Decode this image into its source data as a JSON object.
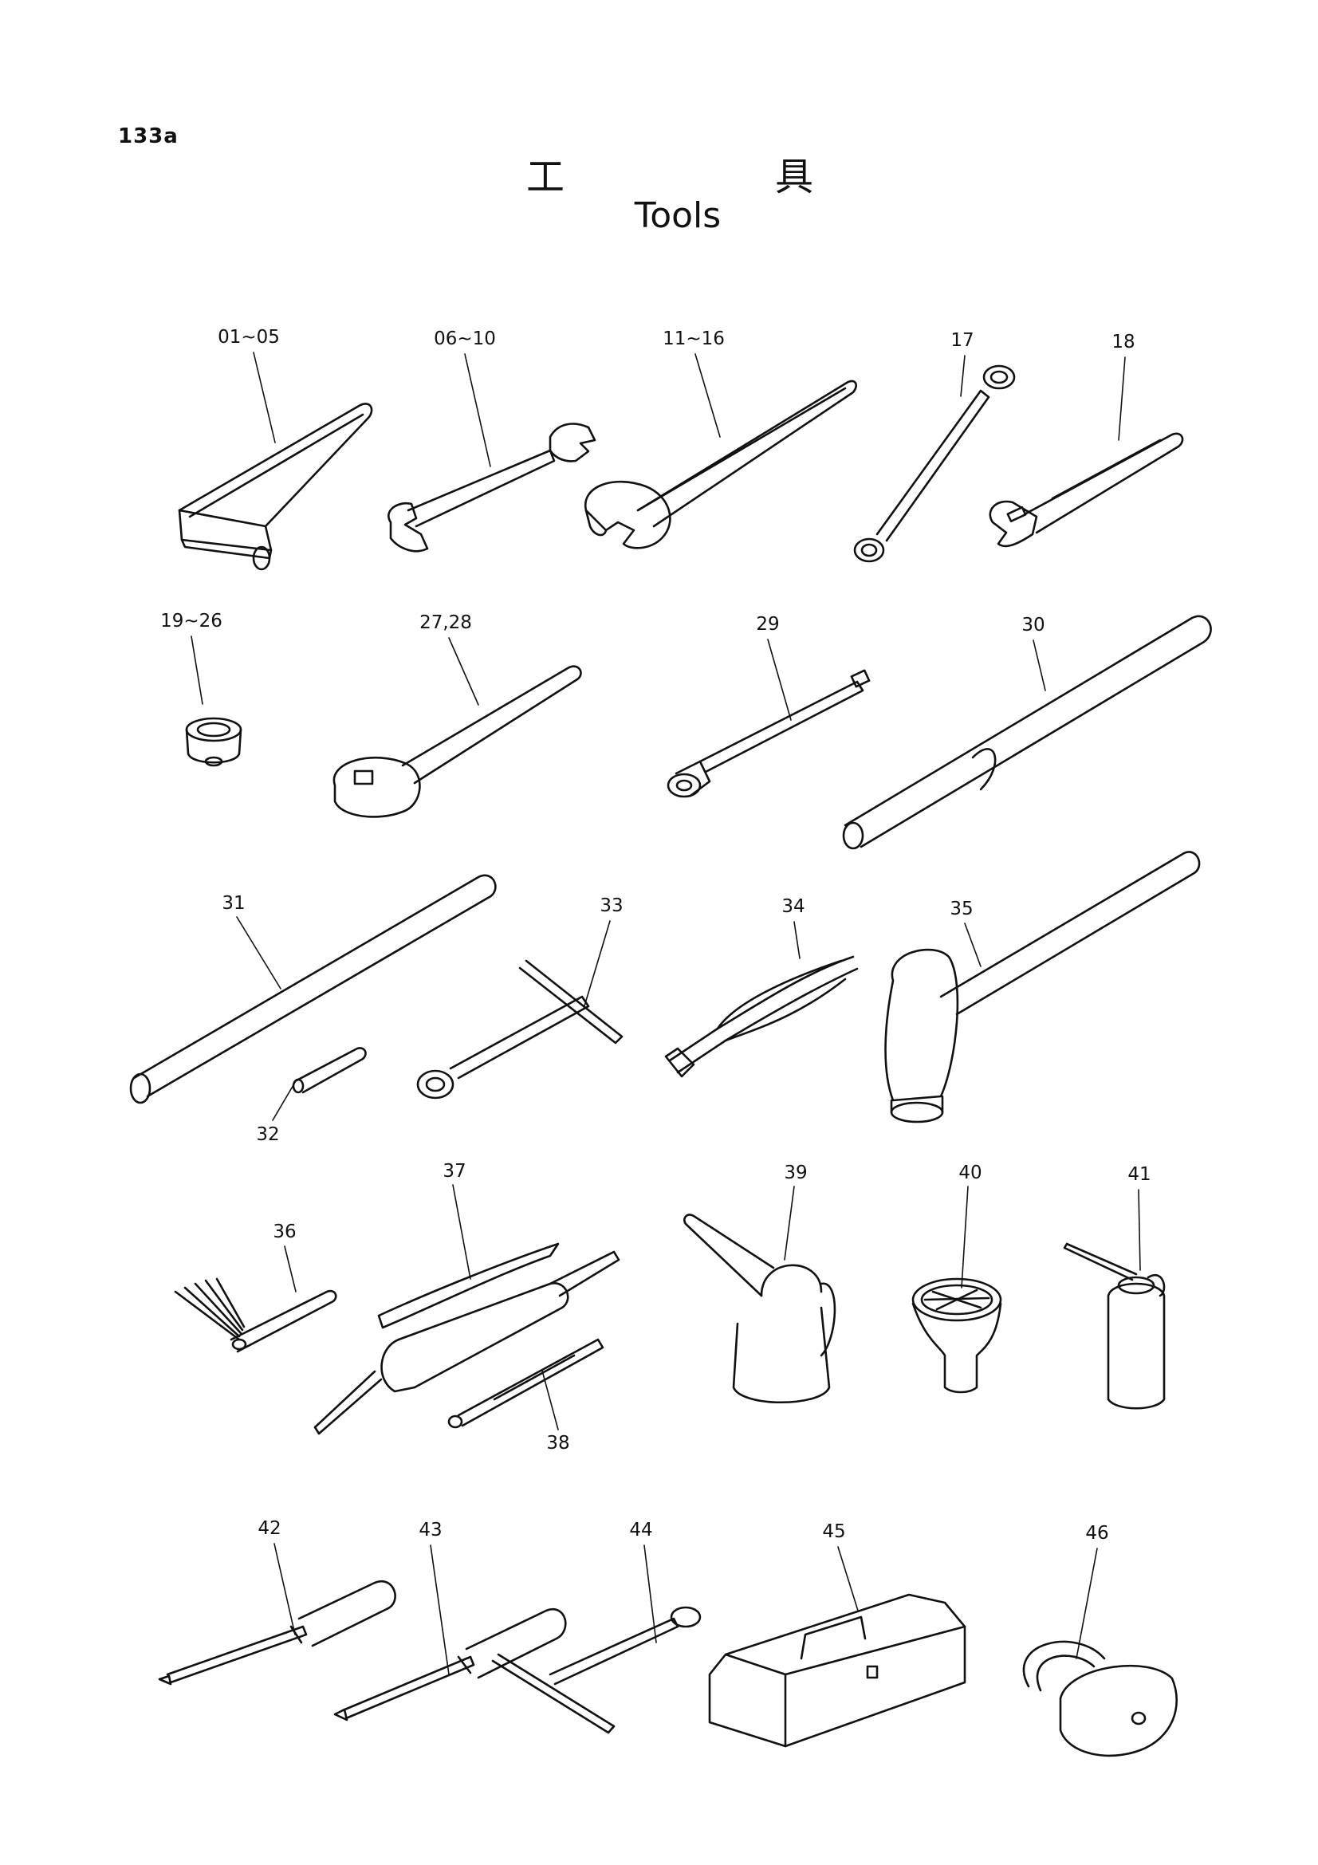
{
  "page": {
    "number": "133a",
    "title_jp_chars": [
      "工",
      "具"
    ],
    "title_en": "Tools"
  },
  "tools": [
    {
      "id": "hex-key",
      "label": "01~05"
    },
    {
      "id": "open-end-wrench-small",
      "label": "06~10"
    },
    {
      "id": "open-end-wrench-large",
      "label": "11~16"
    },
    {
      "id": "box-wrench",
      "label": "17"
    },
    {
      "id": "adjustable-wrench",
      "label": "18"
    },
    {
      "id": "sockets",
      "label": "19~26"
    },
    {
      "id": "ratchet-handle",
      "label": "27,28"
    },
    {
      "id": "extension-bar",
      "label": "29"
    },
    {
      "id": "handle-sleeve",
      "label": "30"
    },
    {
      "id": "pipe-bar",
      "label": "31"
    },
    {
      "id": "pin",
      "label": "32"
    },
    {
      "id": "t-socket-wrench",
      "label": "33"
    },
    {
      "id": "pliers",
      "label": "34"
    },
    {
      "id": "hammer",
      "label": "35"
    },
    {
      "id": "feeler-gauge",
      "label": "36"
    },
    {
      "id": "grease-gun",
      "label": "37"
    },
    {
      "id": "grease-nozzle",
      "label": "38"
    },
    {
      "id": "oil-jug",
      "label": "39"
    },
    {
      "id": "funnel-strainer",
      "label": "40"
    },
    {
      "id": "oil-can",
      "label": "41"
    },
    {
      "id": "screwdriver-flat",
      "label": "42"
    },
    {
      "id": "screwdriver-phillips",
      "label": "43"
    },
    {
      "id": "t-box-spanner",
      "label": "44"
    },
    {
      "id": "tool-box",
      "label": "45"
    },
    {
      "id": "padlock",
      "label": "46"
    }
  ]
}
